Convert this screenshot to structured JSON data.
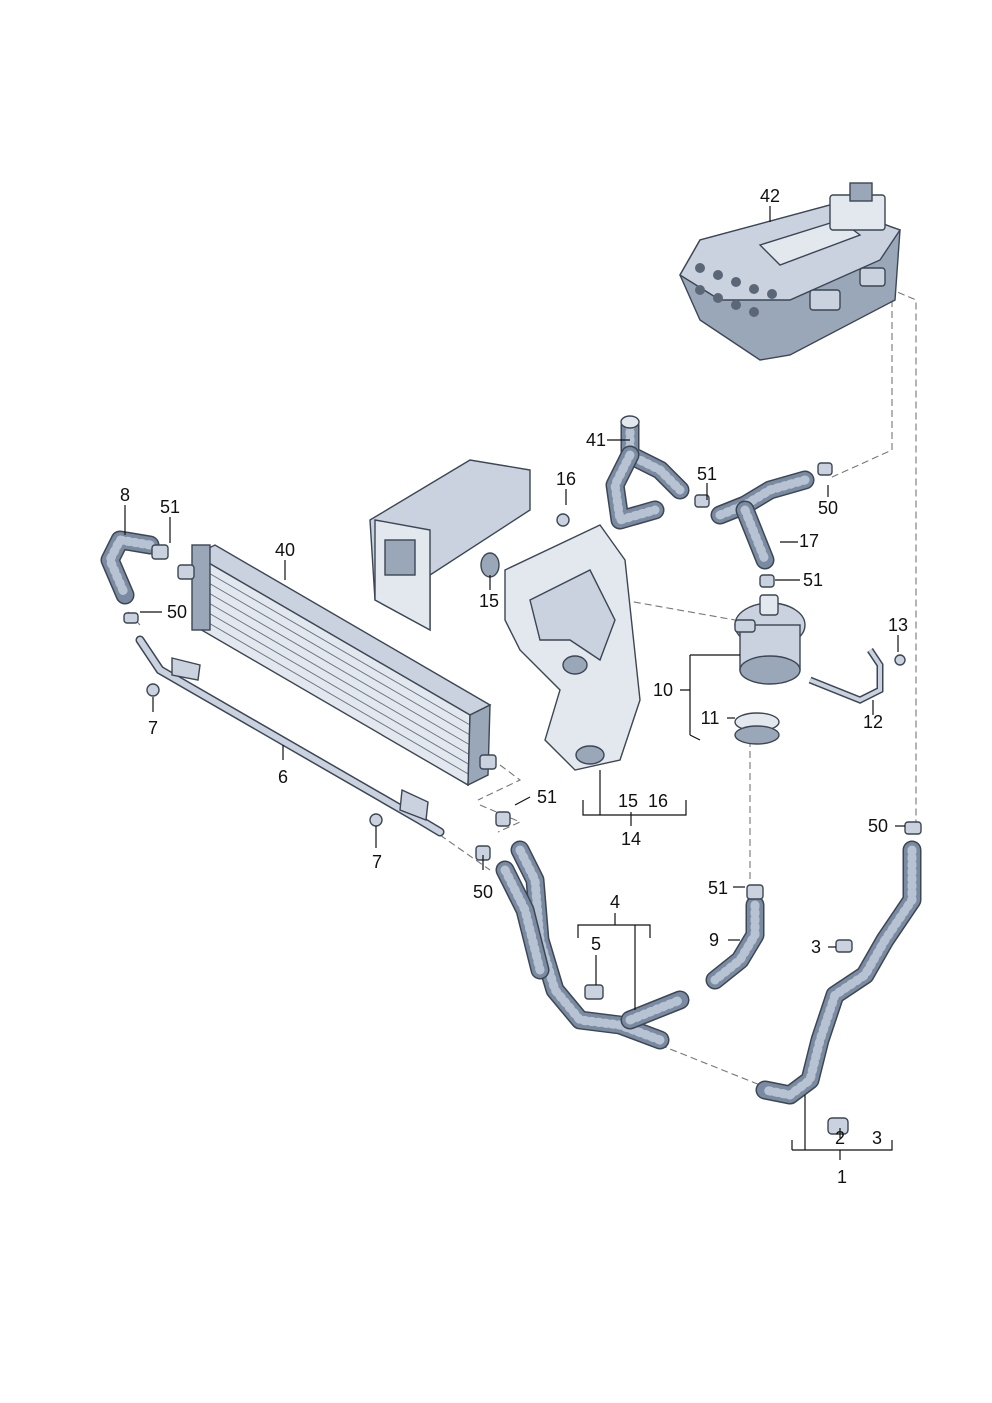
{
  "labels": {
    "l1": "1",
    "l2": "2",
    "l3a": "3",
    "l3b": "3",
    "l4": "4",
    "l5": "5",
    "l6": "6",
    "l7a": "7",
    "l7b": "7",
    "l8": "8",
    "l9": "9",
    "l10": "10",
    "l11": "11",
    "l12": "12",
    "l13": "13",
    "l14": "14",
    "l15a": "15",
    "l15b": "15",
    "l16a": "16",
    "l16b": "16",
    "l17": "17",
    "l40": "40",
    "l41": "41",
    "l42": "42",
    "l50a": "50",
    "l50b": "50",
    "l50c": "50",
    "l50d": "50",
    "l51a": "51",
    "l51b": "51",
    "l51c": "51",
    "l51d": "51",
    "l51e": "51"
  }
}
